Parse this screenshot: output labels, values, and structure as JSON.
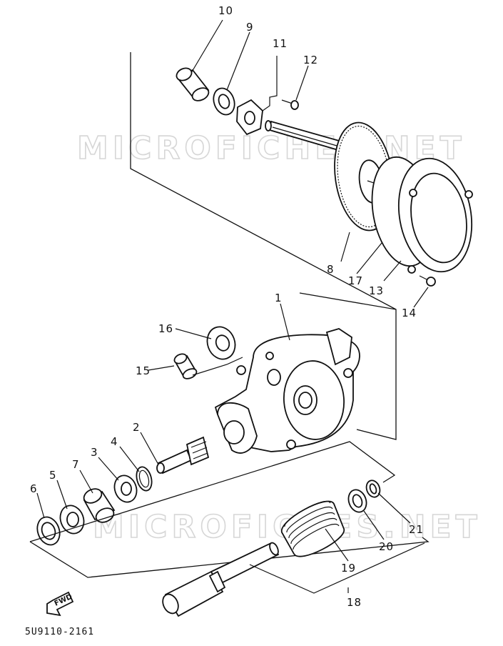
{
  "watermarks": [
    "MICROFICHES.NET",
    "MICROFICHES.NET"
  ],
  "part_code": "5U9110-2161",
  "fwd_label": "FWD",
  "callouts": [
    {
      "id": "c1",
      "text": "1"
    },
    {
      "id": "c2",
      "text": "2"
    },
    {
      "id": "c3",
      "text": "3"
    },
    {
      "id": "c4",
      "text": "4"
    },
    {
      "id": "c5",
      "text": "5"
    },
    {
      "id": "c6",
      "text": "6"
    },
    {
      "id": "c7",
      "text": "7"
    },
    {
      "id": "c8",
      "text": "8"
    },
    {
      "id": "c9",
      "text": "9"
    },
    {
      "id": "c10",
      "text": "10"
    },
    {
      "id": "c11",
      "text": "11"
    },
    {
      "id": "c12",
      "text": "12"
    },
    {
      "id": "c13",
      "text": "13"
    },
    {
      "id": "c14",
      "text": "14"
    },
    {
      "id": "c15",
      "text": "15"
    },
    {
      "id": "c16",
      "text": "16"
    },
    {
      "id": "c17",
      "text": "17"
    },
    {
      "id": "c18",
      "text": "18"
    },
    {
      "id": "c19",
      "text": "19"
    },
    {
      "id": "c20",
      "text": "20"
    },
    {
      "id": "c21",
      "text": "21"
    }
  ]
}
